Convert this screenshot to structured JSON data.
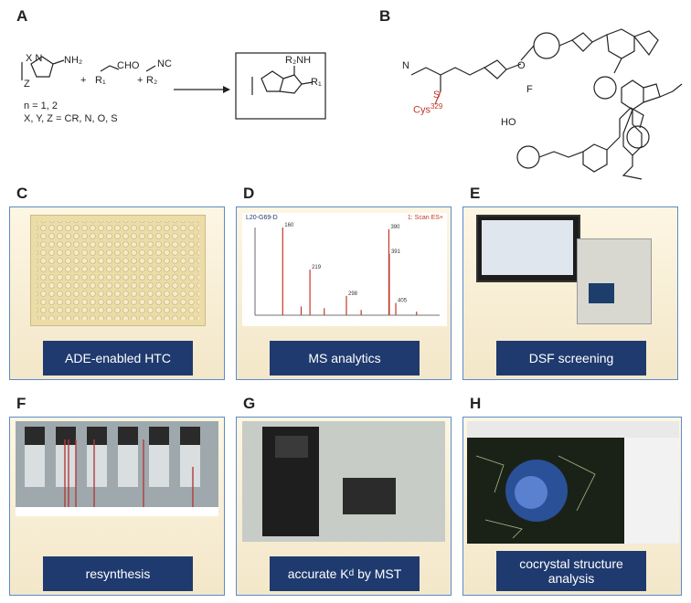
{
  "panel_labels": [
    "A",
    "B",
    "C",
    "D",
    "E",
    "F",
    "G",
    "H"
  ],
  "panel_a": {
    "reactant1_label": "NH₂",
    "reactant2": "CHO",
    "reactant2_r": "R₁",
    "reactant3": "NC",
    "reactant3_r": "R₂",
    "plus": "+",
    "note_n": "n = 1, 2",
    "note_xyz": "X, Y, Z = CR, N, O, S",
    "product_r2nh": "R₂NH",
    "product_r1": "R₁"
  },
  "panel_b": {
    "cys_label": "Cys",
    "cys_number": "329",
    "s_label": "S",
    "f_label": "F",
    "n_label": "N",
    "ho_label": "HO",
    "o_label": "O"
  },
  "panel_c": {
    "caption": "ADE-enabled HTC"
  },
  "panel_d": {
    "caption": "MS analytics",
    "spectrum_title": "L20-G69-D",
    "scan_label": "1: Scan ES+",
    "peaks": [
      {
        "mz": 160,
        "rel": 100,
        "label": "160"
      },
      {
        "mz": 390,
        "rel": 98,
        "label": "390"
      },
      {
        "mz": 219,
        "rel": 52,
        "label": "219"
      },
      {
        "mz": 391,
        "rel": 70,
        "label": "391"
      },
      {
        "mz": 298,
        "rel": 22,
        "label": "298"
      },
      {
        "mz": 405,
        "rel": 14,
        "label": "405"
      },
      {
        "mz": 200,
        "rel": 10,
        "label": ""
      },
      {
        "mz": 250,
        "rel": 8,
        "label": ""
      },
      {
        "mz": 330,
        "rel": 6,
        "label": ""
      },
      {
        "mz": 450,
        "rel": 4,
        "label": ""
      }
    ]
  },
  "panel_e": {
    "caption": "DSF screening"
  },
  "panel_f": {
    "caption": "resynthesis"
  },
  "panel_g": {
    "caption_main": "accurate K",
    "caption_sub": "d",
    "caption_tail": " by MST"
  },
  "panel_h": {
    "caption_line1": "cocrystal structure",
    "caption_line2": "analysis"
  },
  "colors": {
    "panel_border": "#5b8bc9",
    "caption_bg": "#1f3a6e",
    "caption_text": "#ffffff",
    "cys_red": "#c0392b",
    "ms_peak": "#c0392b"
  }
}
